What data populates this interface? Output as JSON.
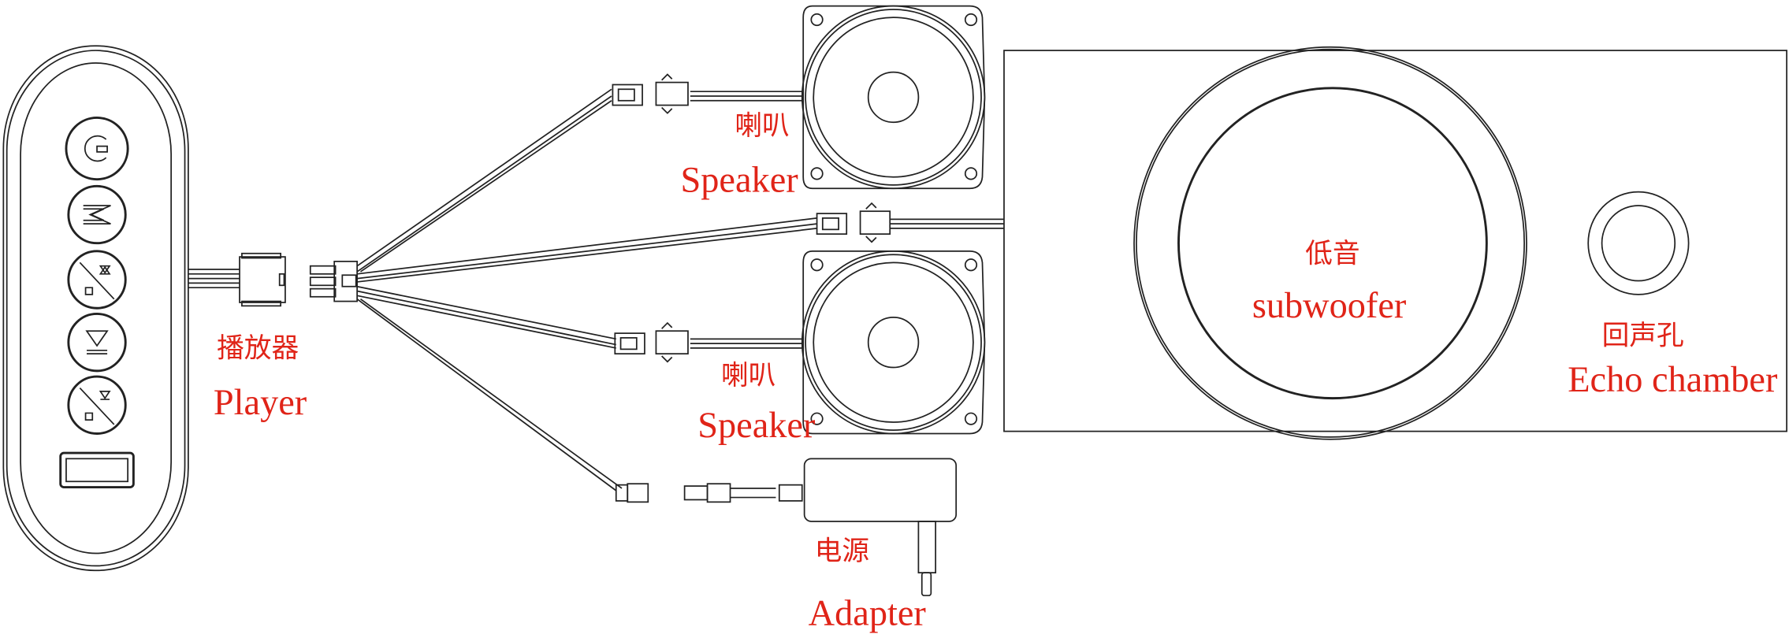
{
  "labels": {
    "player_cn": "播放器",
    "player_en": "Player",
    "speaker_top_cn": "喇叭",
    "speaker_top_en": "Speaker",
    "speaker_bottom_cn": "喇叭",
    "speaker_bottom_en": "Speaker",
    "adapter_cn": "电源",
    "adapter_en": "Adapter",
    "subwoofer_cn": "低音",
    "subwoofer_en": "subwoofer",
    "echo_cn": "回声孔",
    "echo_en": "Echo chamber"
  },
  "colors": {
    "label": "#e02418",
    "line": "#222222"
  },
  "player_buttons": [
    "power-icon",
    "mode-icon",
    "volume-up-mute-icon",
    "play-icon",
    "volume-down-mute-icon"
  ]
}
